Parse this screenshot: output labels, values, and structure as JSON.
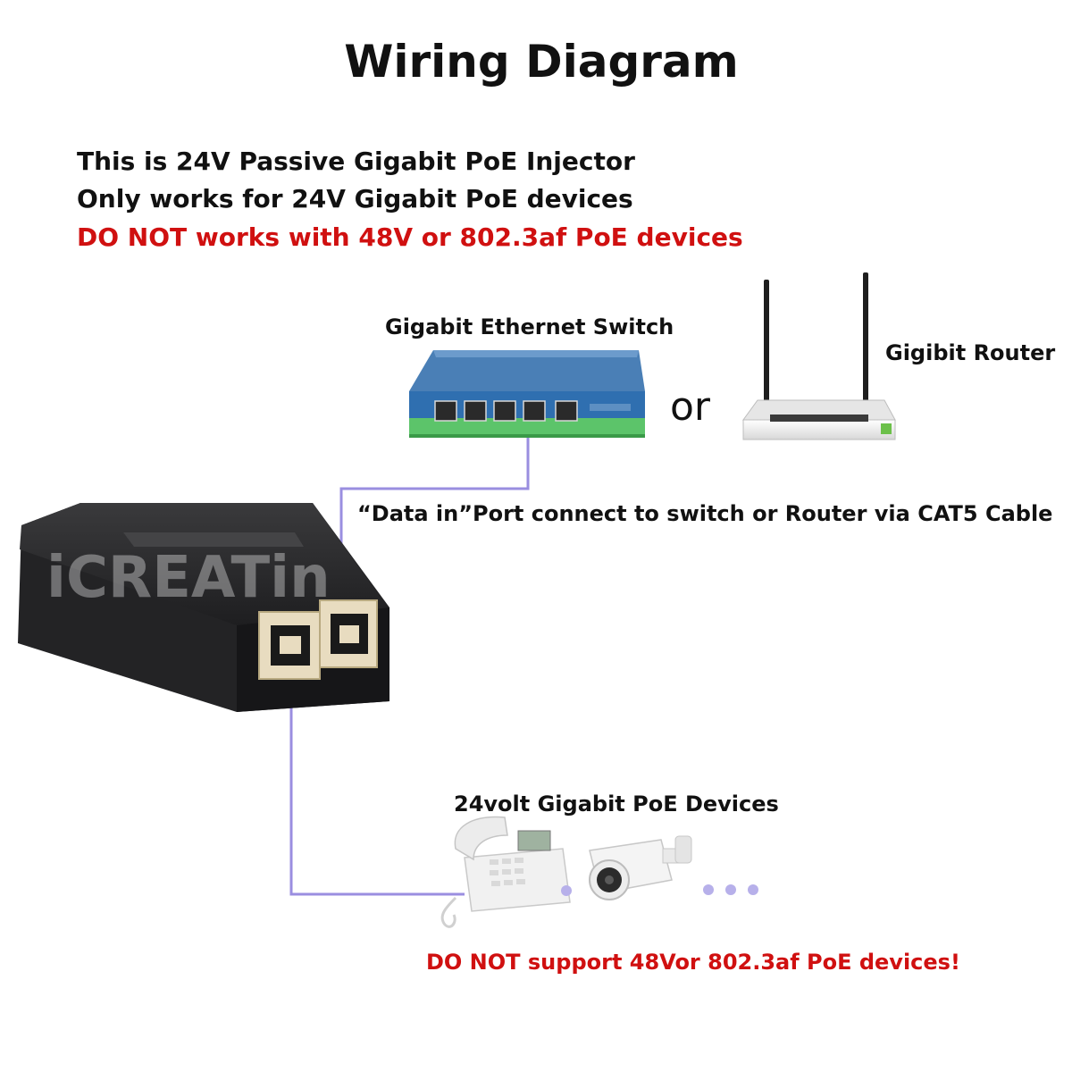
{
  "title": "Wiring Diagram",
  "intro": {
    "line1": "This is 24V Passive Gigabit PoE Injector",
    "line2": "Only works for 24V Gigabit PoE devices",
    "line3": "DO NOT works with 48V or 802.3af PoE devices"
  },
  "switch": {
    "label": "Gigabit Ethernet Switch"
  },
  "or_text": "or",
  "router": {
    "label": "Gigibit Router"
  },
  "data_in_note": "“Data in”Port connect to switch or Router via CAT5 Cable",
  "injector": {
    "watermark": "iCREATin"
  },
  "devices": {
    "label": "24volt Gigabit PoE Devices"
  },
  "footer_warning": "DO NOT support 48Vor 802.3af PoE devices!",
  "colors": {
    "cable": "#9a8ee0",
    "warning": "#d01010",
    "switch_blue": "#2f6fb0",
    "switch_green": "#5cc46a",
    "dots": "#b7b0ea"
  }
}
